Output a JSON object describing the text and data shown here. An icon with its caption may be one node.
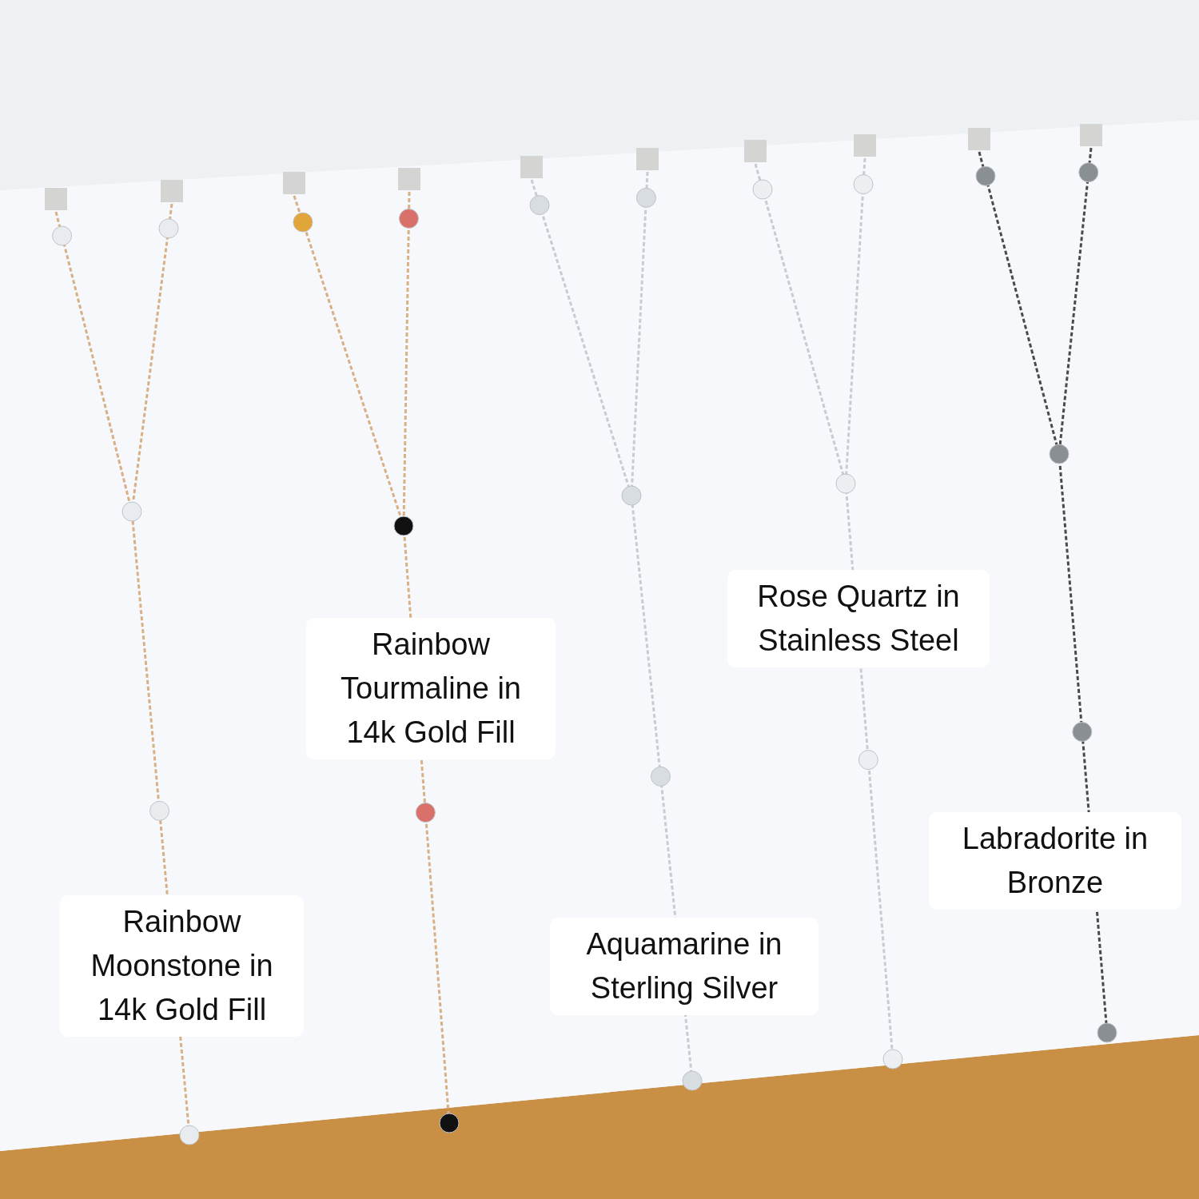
{
  "diagram": {
    "labels": [
      "Rainbow Moonstone in 14k Gold Fill",
      "Rainbow Tourmaline in 14k Gold Fill",
      "Aquamarine in Sterling Silver",
      "Rose Quartz in Stainless Steel",
      "Labradorite in Bronze"
    ]
  }
}
